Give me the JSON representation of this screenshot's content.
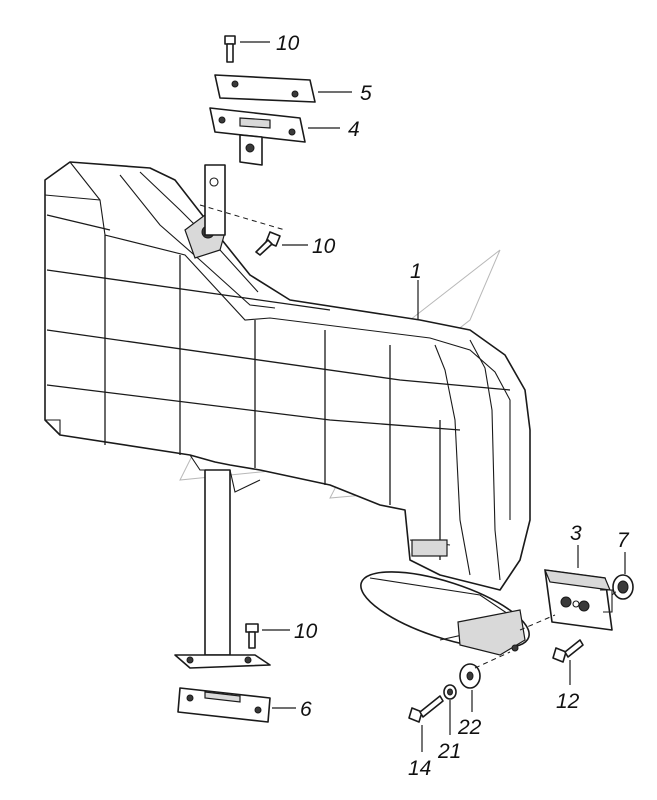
{
  "callouts": {
    "c10a": "10",
    "c5": "5",
    "c4": "4",
    "c10b": "10",
    "c1": "1",
    "c3": "3",
    "c7": "7",
    "c10c": "10",
    "c12": "12",
    "c6": "6",
    "c22": "22",
    "c21": "21",
    "c14": "14"
  },
  "colors": {
    "line": "#1a1a1a",
    "shade": "#d9d9d9",
    "watermark": "#9a9a9a",
    "background": "#ffffff"
  }
}
